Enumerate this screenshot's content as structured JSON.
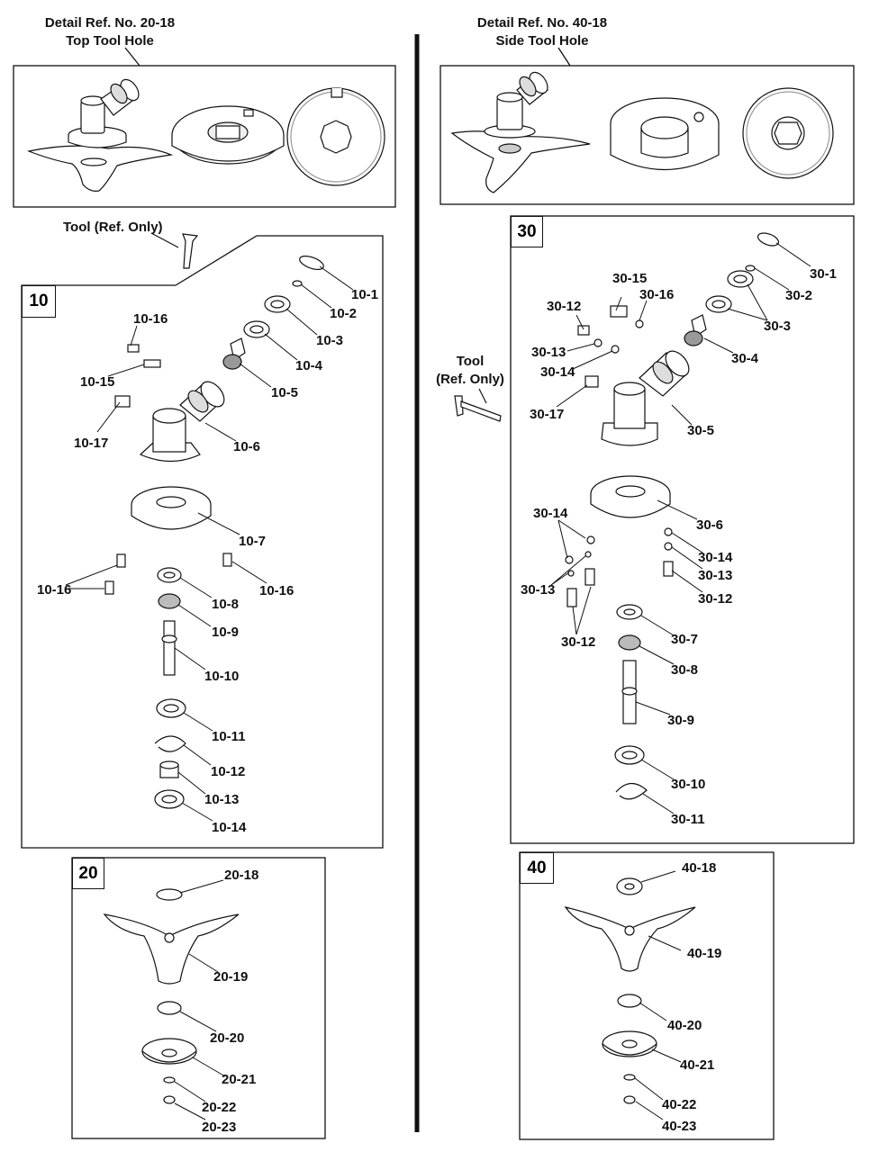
{
  "headers": {
    "left_detail_ref": "Detail Ref. No. 20-18",
    "left_detail_sub": "Top Tool Hole",
    "right_detail_ref": "Detail Ref. No. 40-18",
    "right_detail_sub": "Side Tool Hole"
  },
  "tool_notes": {
    "left": "Tool (Ref. Only)",
    "right_line1": "Tool",
    "right_line2": "(Ref. Only)"
  },
  "sections": [
    "10",
    "20",
    "30",
    "40"
  ],
  "callouts": {
    "s10": [
      "10-1",
      "10-2",
      "10-3",
      "10-4",
      "10-5",
      "10-6",
      "10-7",
      "10-8",
      "10-9",
      "10-10",
      "10-11",
      "10-12",
      "10-13",
      "10-14",
      "10-15",
      "10-16",
      "10-16",
      "10-16",
      "10-17"
    ],
    "s20": [
      "20-18",
      "20-19",
      "20-20",
      "20-21",
      "20-22",
      "20-23"
    ],
    "s30": [
      "30-1",
      "30-2",
      "30-3",
      "30-4",
      "30-5",
      "30-6",
      "30-7",
      "30-8",
      "30-9",
      "30-10",
      "30-11",
      "30-12",
      "30-12",
      "30-12",
      "30-13",
      "30-13",
      "30-13",
      "30-14",
      "30-14",
      "30-14",
      "30-15",
      "30-16",
      "30-17"
    ],
    "s40": [
      "40-18",
      "40-19",
      "40-20",
      "40-21",
      "40-22",
      "40-23"
    ]
  }
}
